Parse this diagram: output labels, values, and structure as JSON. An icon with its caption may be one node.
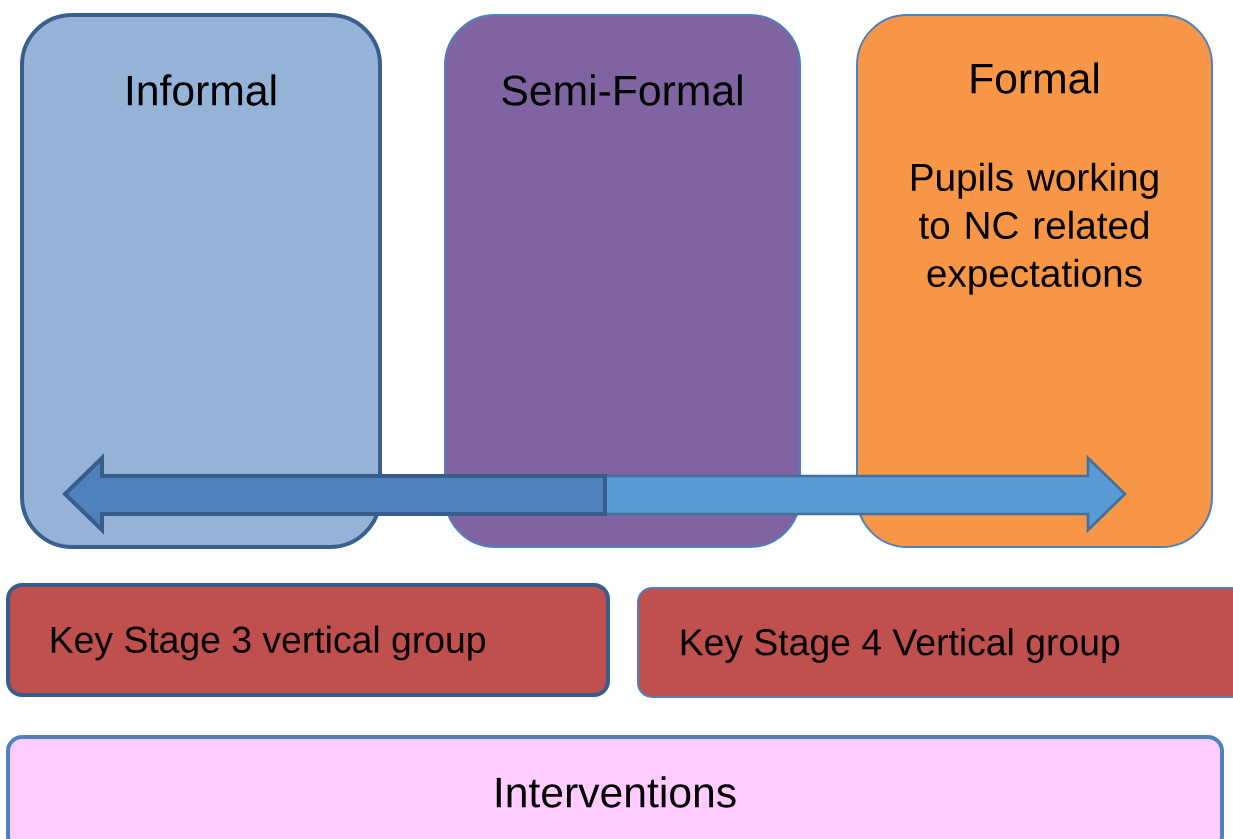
{
  "diagram": {
    "nodes": [
      {
        "text": [
          "Informal"
        ]
      },
      {
        "text": [
          "Semi-Formal"
        ]
      },
      {
        "text": [
          "Formal",
          "Pupils working to NC related expectations"
        ]
      },
      {
        "text": [
          "Key Stage 3 vertical group"
        ]
      },
      {
        "text": [
          "Key Stage 4 Vertical group"
        ]
      },
      {
        "text": [
          "Interventions"
        ]
      }
    ]
  }
}
